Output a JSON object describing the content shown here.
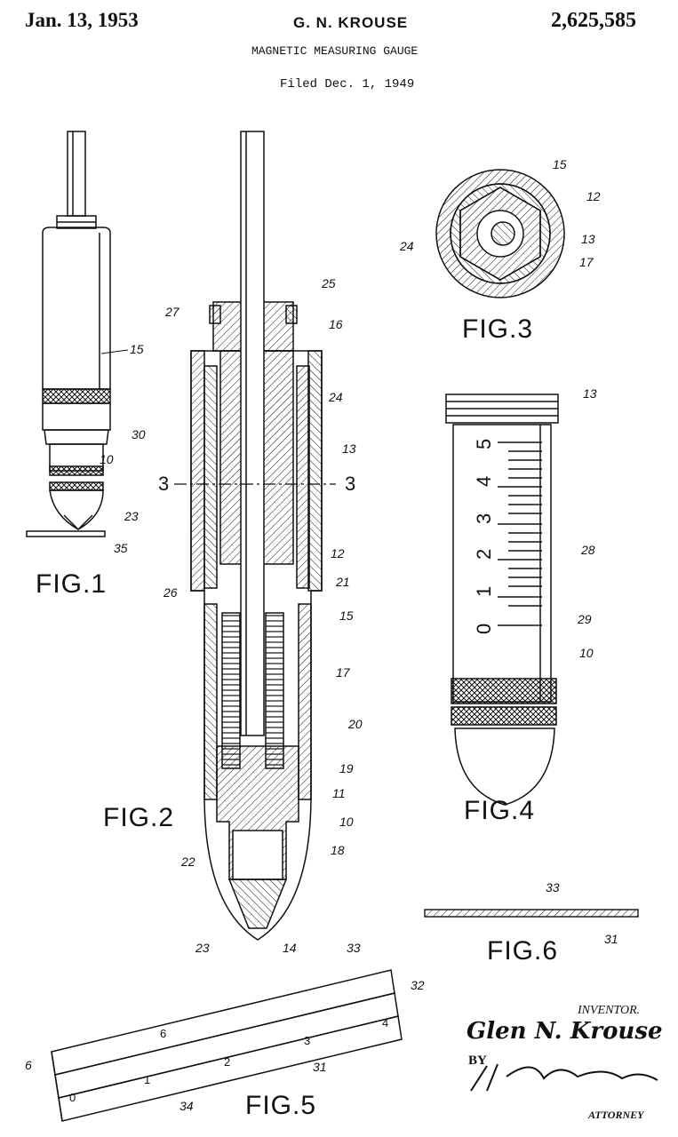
{
  "header": {
    "date": "Jan. 13, 1953",
    "inventor_name": "G. N. KROUSE",
    "patent_number": "2,625,585",
    "title": "MAGNETIC MEASURING GAUGE",
    "filed": "Filed Dec. 1, 1949"
  },
  "figure_labels": {
    "fig1": "FIG.1",
    "fig2": "FIG.2",
    "fig3": "FIG.3",
    "fig4": "FIG.4",
    "fig5": "FIG.5",
    "fig6": "FIG.6"
  },
  "reference_numerals": {
    "fig1": [
      "15",
      "30",
      "10",
      "23",
      "35"
    ],
    "fig2": [
      "27",
      "25",
      "16",
      "24",
      "13",
      "3",
      "3",
      "12",
      "26",
      "21",
      "15",
      "17",
      "20",
      "19",
      "11",
      "10",
      "18",
      "22",
      "23",
      "14"
    ],
    "fig3": [
      "15",
      "12",
      "24",
      "13",
      "17"
    ],
    "fig4": [
      "13",
      "28",
      "29",
      "10"
    ],
    "fig5": [
      "33",
      "32",
      "6",
      "31",
      "34"
    ],
    "fig6": [
      "33",
      "31"
    ]
  },
  "scales": {
    "fig4_numbers": [
      "0",
      "1",
      "2",
      "3",
      "4",
      "5"
    ],
    "fig5_ruler_numbers": [
      "0",
      "1",
      "2",
      "3",
      "4"
    ],
    "fig5_top_mark": "6"
  },
  "signature": {
    "inventor_label": "INVENTOR.",
    "inventor_name": "Glen N. Krouse",
    "by_label": "BY",
    "attorney_label": "ATTORNEY"
  }
}
